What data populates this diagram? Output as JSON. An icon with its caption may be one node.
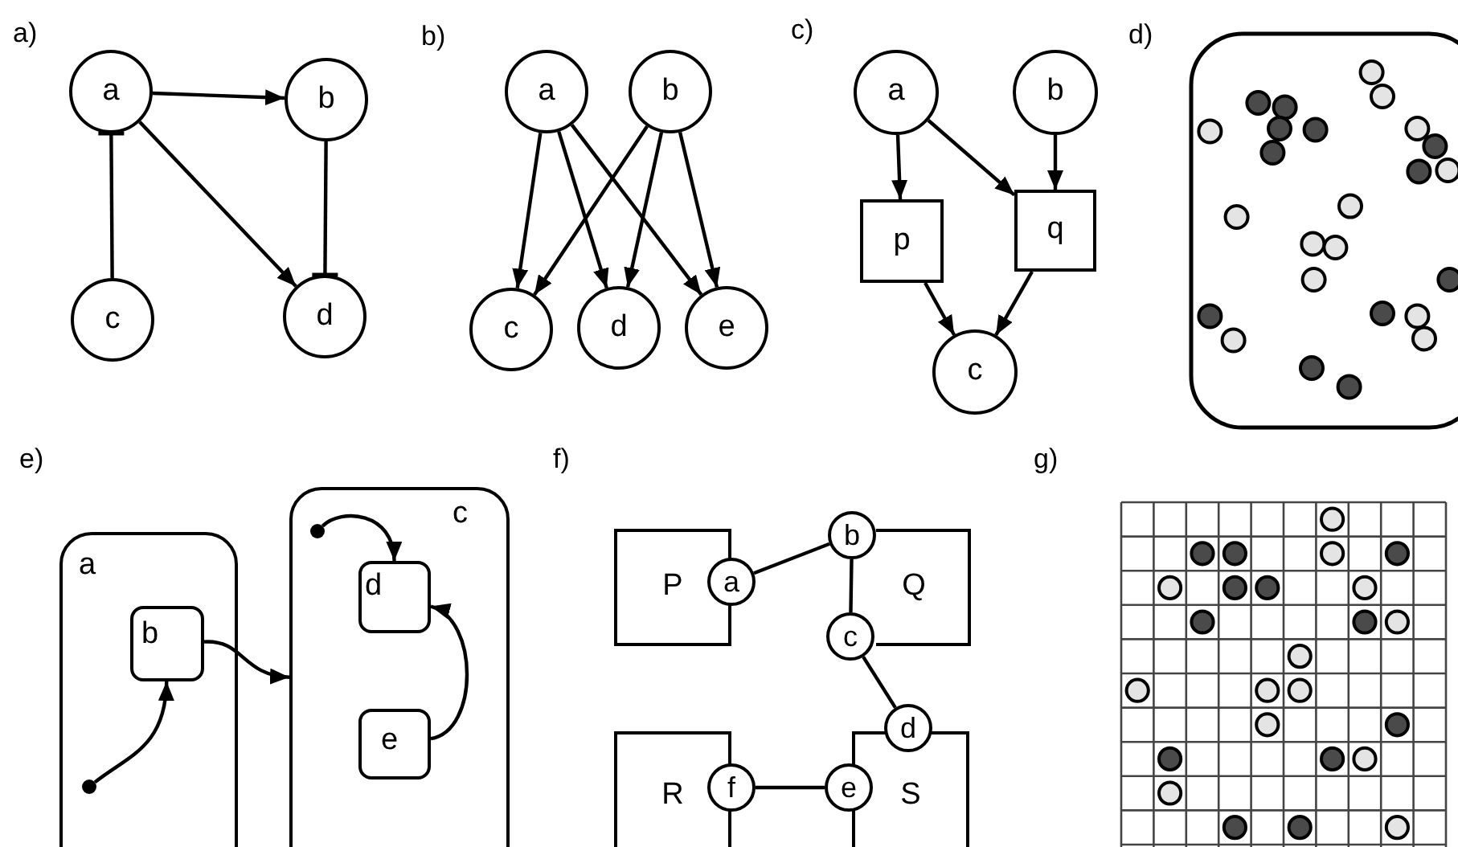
{
  "diagram": {
    "nodes": [
      {
        "text": [
          "a"
        ]
      },
      {
        "text": [
          "b"
        ]
      },
      {
        "text": [
          "c"
        ]
      },
      {
        "text": [
          "d"
        ]
      },
      {
        "text": [
          "a"
        ]
      },
      {
        "text": [
          "b"
        ]
      },
      {
        "text": [
          "c"
        ]
      },
      {
        "text": [
          "d"
        ]
      },
      {
        "text": [
          "e"
        ]
      },
      {
        "text": [
          "a"
        ]
      },
      {
        "text": [
          "b"
        ]
      },
      {
        "text": [
          "p"
        ]
      },
      {
        "text": [
          "q"
        ]
      },
      {
        "text": [
          "c"
        ]
      },
      {
        "text": [
          "a"
        ]
      },
      {
        "text": [],
        "shape": "circle",
        "in": 14
      },
      {
        "text": [
          "b"
        ],
        "in": 14
      },
      {
        "text": [
          "c"
        ]
      },
      {
        "text": [],
        "shape": "circle",
        "in": 17
      },
      {
        "text": [
          "d"
        ],
        "in": 17
      },
      {
        "text": [
          "e"
        ],
        "in": 17
      },
      {
        "text": [
          "P"
        ]
      },
      {
        "text": [
          "Q"
        ]
      },
      {
        "text": [
          "R"
        ]
      },
      {
        "text": [
          "S"
        ]
      },
      {
        "text": [
          "a"
        ]
      },
      {
        "text": [
          "b"
        ]
      },
      {
        "text": [
          "c"
        ]
      },
      {
        "text": [
          "d"
        ]
      },
      {
        "text": [
          "e"
        ]
      },
      {
        "text": [
          "f"
        ]
      }
    ],
    "edges": [
      {
        "from": 0,
        "to": 1,
        "arrow": "to"
      },
      {
        "from": 0,
        "to": 3,
        "arrow": "to"
      },
      {
        "from": 2,
        "to": 0,
        "arrow": "other"
      },
      {
        "from": 1,
        "to": 3,
        "arrow": "other"
      },
      {
        "from": 4,
        "to": 6,
        "arrow": "to"
      },
      {
        "from": 4,
        "to": 7,
        "arrow": "to"
      },
      {
        "from": 4,
        "to": 8,
        "arrow": "to"
      },
      {
        "from": 5,
        "to": 6,
        "arrow": "to"
      },
      {
        "from": 5,
        "to": 7,
        "arrow": "to"
      },
      {
        "from": 5,
        "to": 8,
        "arrow": "to"
      },
      {
        "from": 9,
        "to": 11,
        "arrow": "to"
      },
      {
        "from": 9,
        "to": 12,
        "arrow": "to"
      },
      {
        "from": 10,
        "to": 12,
        "arrow": "to"
      },
      {
        "from": 11,
        "to": 13,
        "arrow": "to"
      },
      {
        "from": 12,
        "to": 13,
        "arrow": "to"
      },
      {
        "from": 15,
        "to": 16,
        "arrow": "to"
      },
      {
        "from": 16,
        "to": 17,
        "arrow": "to"
      },
      {
        "from": 18,
        "to": 19,
        "arrow": "to"
      },
      {
        "from": 20,
        "to": 19,
        "arrow": "to"
      },
      {
        "from": 25,
        "to": 26,
        "arrow": "none"
      },
      {
        "from": 26,
        "to": 27,
        "arrow": "none"
      },
      {
        "from": 27,
        "to": 28,
        "arrow": "none"
      },
      {
        "from": 30,
        "to": 29,
        "arrow": "none"
      }
    ],
    "labels": [
      "a)",
      "b)",
      "c)",
      "d)",
      "e)",
      "f)",
      "g)"
    ]
  }
}
